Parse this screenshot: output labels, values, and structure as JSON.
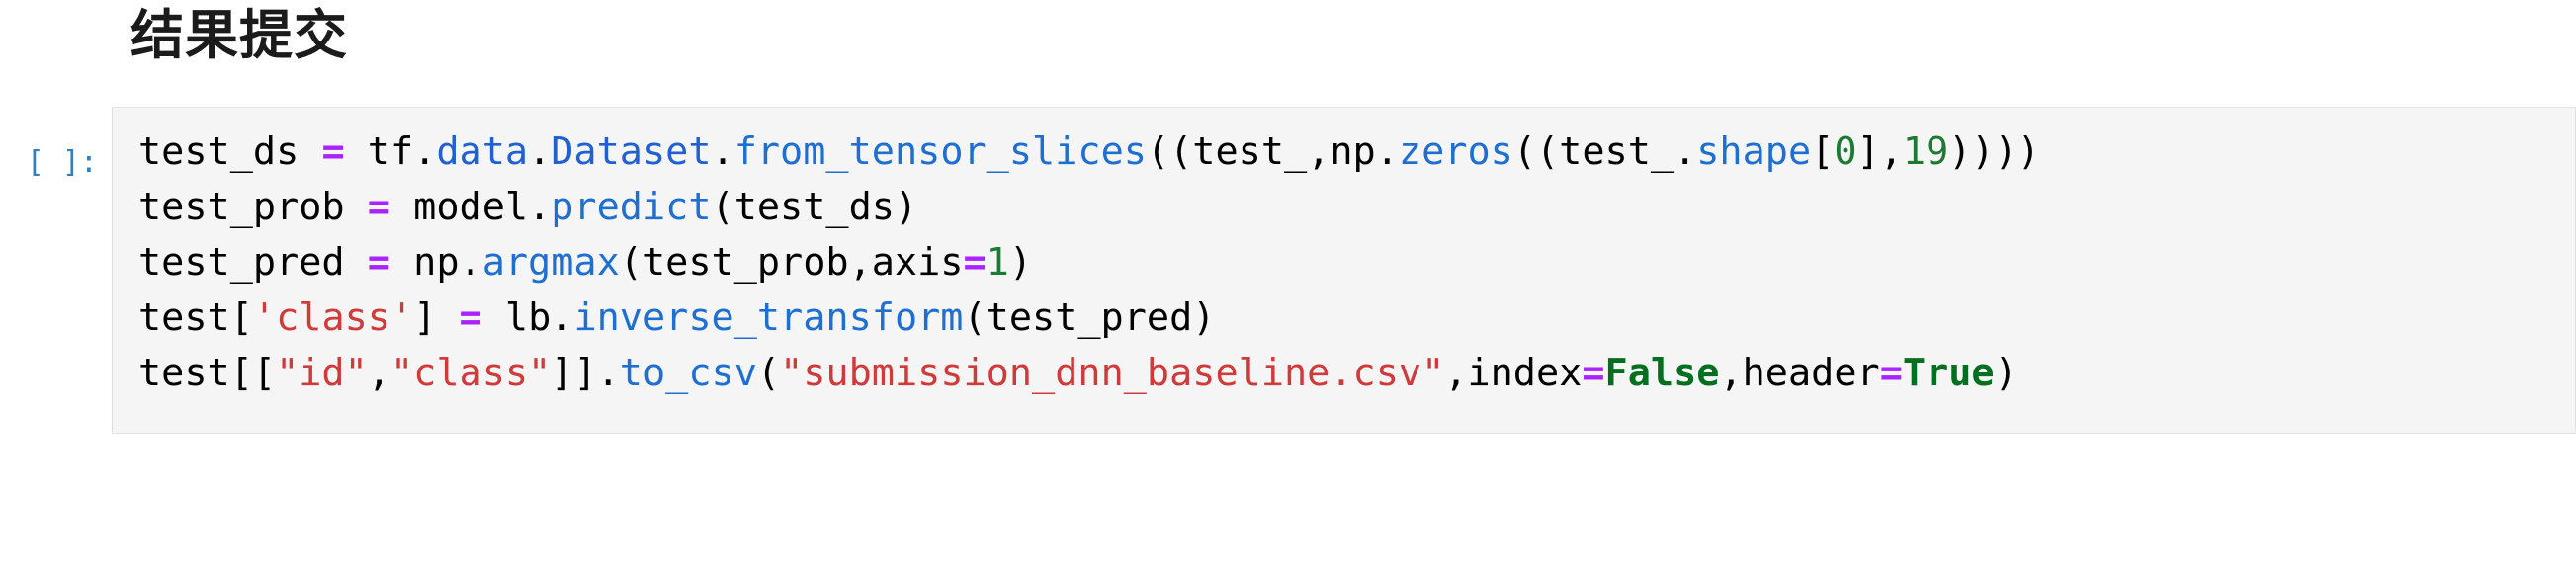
{
  "notebook": {
    "markdown_cell": {
      "heading": "结果提交"
    },
    "code_cell": {
      "prompt": "[ ]:",
      "prompt_color": "#307fc1",
      "background": "#f5f5f5",
      "border_color": "#e3e3e3",
      "source_text": "test_ds = tf.data.Dataset.from_tensor_slices((test_,np.zeros((test_.shape[0],19))))\ntest_prob = model.predict(test_ds)\ntest_pred = np.argmax(test_prob,axis=1)\ntest['class'] = lb.inverse_transform(test_pred)\ntest[[\"id\",\"class\"]].to_csv(\"submission_dnn_baseline.csv\",index=False,header=True)",
      "lines": [
        {
          "index": 1,
          "tokens": [
            {
              "t": "test_ds ",
              "c": "tok-plain"
            },
            {
              "t": "=",
              "c": "tok-op"
            },
            {
              "t": " tf.",
              "c": "tok-plain"
            },
            {
              "t": "data",
              "c": "tok-prop"
            },
            {
              "t": ".",
              "c": "tok-plain"
            },
            {
              "t": "Dataset",
              "c": "tok-prop"
            },
            {
              "t": ".",
              "c": "tok-plain"
            },
            {
              "t": "from_tensor_slices",
              "c": "tok-fn"
            },
            {
              "t": "((test_,np.",
              "c": "tok-plain"
            },
            {
              "t": "zeros",
              "c": "tok-fn"
            },
            {
              "t": "((test_.",
              "c": "tok-plain"
            },
            {
              "t": "shape",
              "c": "tok-fn"
            },
            {
              "t": "[",
              "c": "tok-plain"
            },
            {
              "t": "0",
              "c": "tok-num"
            },
            {
              "t": "],",
              "c": "tok-plain"
            },
            {
              "t": "19",
              "c": "tok-num"
            },
            {
              "t": "))))",
              "c": "tok-plain"
            }
          ]
        },
        {
          "index": 2,
          "tokens": [
            {
              "t": "test_prob ",
              "c": "tok-plain"
            },
            {
              "t": "=",
              "c": "tok-op"
            },
            {
              "t": " model.",
              "c": "tok-plain"
            },
            {
              "t": "predict",
              "c": "tok-fn"
            },
            {
              "t": "(test_ds)",
              "c": "tok-plain"
            }
          ]
        },
        {
          "index": 3,
          "tokens": [
            {
              "t": "test_pred ",
              "c": "tok-plain"
            },
            {
              "t": "=",
              "c": "tok-op"
            },
            {
              "t": " np.",
              "c": "tok-plain"
            },
            {
              "t": "argmax",
              "c": "tok-fn"
            },
            {
              "t": "(test_prob,axis",
              "c": "tok-plain"
            },
            {
              "t": "=",
              "c": "tok-op"
            },
            {
              "t": "1",
              "c": "tok-num"
            },
            {
              "t": ")",
              "c": "tok-plain"
            }
          ]
        },
        {
          "index": 4,
          "tokens": [
            {
              "t": "test[",
              "c": "tok-plain"
            },
            {
              "t": "'class'",
              "c": "tok-str"
            },
            {
              "t": "] ",
              "c": "tok-plain"
            },
            {
              "t": "=",
              "c": "tok-op"
            },
            {
              "t": " lb.",
              "c": "tok-plain"
            },
            {
              "t": "inverse_transform",
              "c": "tok-fn"
            },
            {
              "t": "(test_pred)",
              "c": "tok-plain"
            }
          ]
        },
        {
          "index": 5,
          "tokens": [
            {
              "t": "test[[",
              "c": "tok-plain"
            },
            {
              "t": "\"id\"",
              "c": "tok-str"
            },
            {
              "t": ",",
              "c": "tok-plain"
            },
            {
              "t": "\"class\"",
              "c": "tok-str"
            },
            {
              "t": "]].",
              "c": "tok-plain"
            },
            {
              "t": "to_csv",
              "c": "tok-fn"
            },
            {
              "t": "(",
              "c": "tok-plain"
            },
            {
              "t": "\"submission_dnn_baseline.csv\"",
              "c": "tok-str"
            },
            {
              "t": ",index",
              "c": "tok-plain"
            },
            {
              "t": "=",
              "c": "tok-op"
            },
            {
              "t": "False",
              "c": "tok-kw"
            },
            {
              "t": ",header",
              "c": "tok-plain"
            },
            {
              "t": "=",
              "c": "tok-op"
            },
            {
              "t": "True",
              "c": "tok-kw"
            },
            {
              "t": ")",
              "c": "tok-plain"
            }
          ]
        }
      ]
    }
  }
}
